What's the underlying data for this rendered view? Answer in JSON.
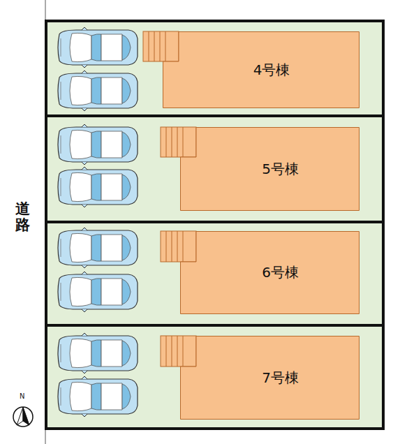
{
  "diagram": {
    "nodes": [
      {
        "text": [
          "4号棟"
        ]
      },
      {
        "text": [
          "5号棟"
        ]
      },
      {
        "text": [
          "6号棟"
        ]
      },
      {
        "text": [
          "7号棟"
        ]
      }
    ],
    "labels": [
      "道路",
      "N"
    ]
  }
}
